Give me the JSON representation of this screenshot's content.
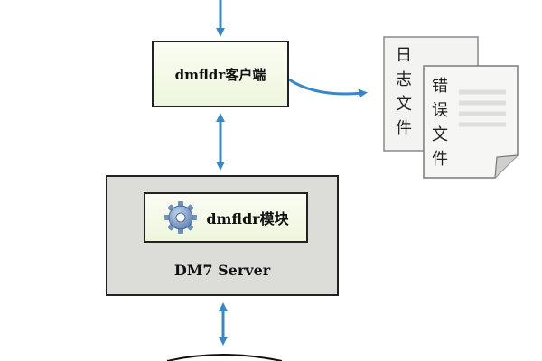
{
  "client": {
    "label": "dmfldr客户端"
  },
  "server": {
    "label": "DM7 Server",
    "module_label": "dmfldr模块"
  },
  "files": {
    "log_file": [
      "日",
      "志",
      "文",
      "件"
    ],
    "error_file": [
      "错",
      "误",
      "文",
      "件"
    ]
  },
  "icons": {
    "module_icon": "gear-icon"
  },
  "colors": {
    "arrow": "#3a87c8",
    "box_fill": "#f4f9e6",
    "server_fill": "#dcdcd8"
  }
}
